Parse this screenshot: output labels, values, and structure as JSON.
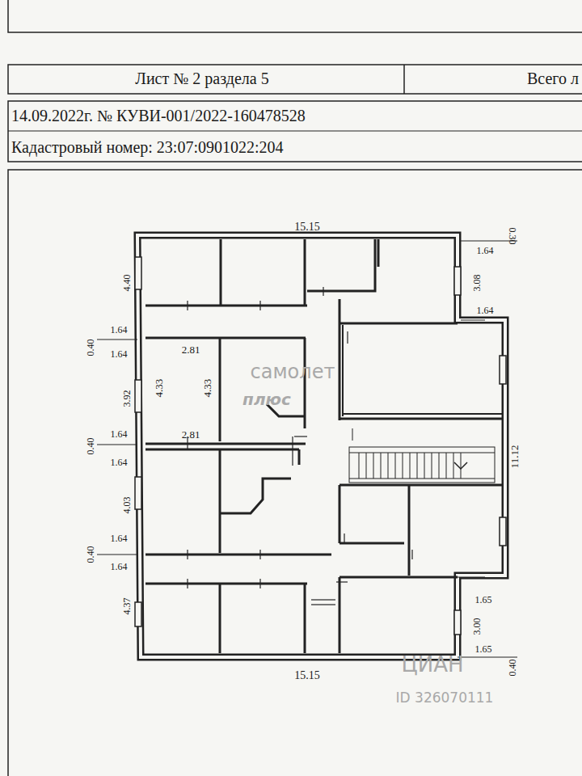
{
  "diagram": {
    "labels": [
      "Лист № 2 раздела 5",
      "Всего л",
      "14.09.2022г. № КУВИ-001/2022-160478528",
      "Кадастровый номер: 23:07:0901022:204",
      "15.15",
      "0.30",
      "1.64",
      "3.08",
      "1.64",
      "4.40",
      "1.64",
      "0.40",
      "1.64",
      "2.81",
      "3.92",
      "4.33",
      "4.33",
      "1.64",
      "0.40",
      "1.64",
      "2.81",
      "4.03",
      "1.64",
      "0.40",
      "1.64",
      "11.12",
      "4.37",
      "1.65",
      "3.00",
      "1.65",
      "0.40",
      "15.15",
      "самолет",
      "плюс",
      "ЦИАН",
      "ID 326070111"
    ]
  }
}
